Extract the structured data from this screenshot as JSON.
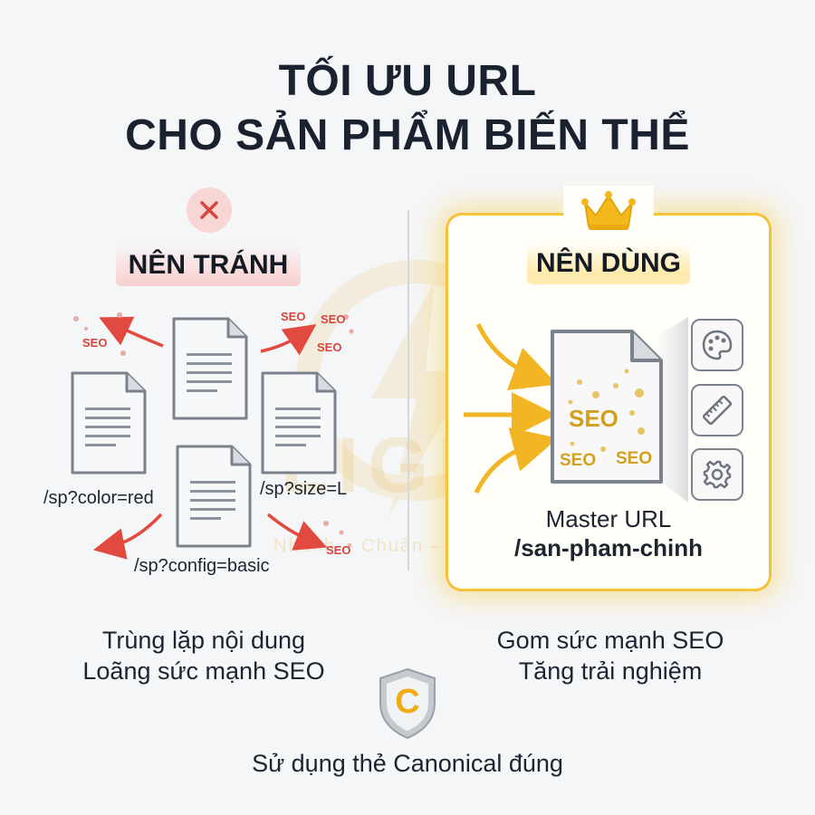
{
  "title": {
    "line1": "TỐI ƯU URL",
    "line2": "CHO SẢN PHẨM BIẾN THỂ"
  },
  "left": {
    "heading": "NÊN TRÁNH",
    "badge_icon": "close-icon",
    "urls": [
      "/sp?color=red",
      "/sp?size=L",
      "/sp?config=basic"
    ],
    "seo_tag": "SEO",
    "captions": [
      "Trùng lặp nội dung",
      "Loãng sức mạnh SEO"
    ]
  },
  "right": {
    "heading": "NÊN DÙNG",
    "crown_icon": "crown-icon",
    "seo_tag": "SEO",
    "master_label": "Master URL",
    "master_url": "/san-pham-chinh",
    "side_icons": [
      "palette-icon",
      "ruler-icon",
      "gear-icon"
    ],
    "captions": [
      "Gom sức mạnh SEO",
      "Tăng trải nghiệm"
    ]
  },
  "footer": {
    "shield_letter": "C",
    "text": "Sử dụng thẻ Canonical đúng"
  },
  "watermark": {
    "brand": "LIGHT",
    "tagline": "Nhanh – Chuẩn – Đẹp"
  },
  "colors": {
    "accent_gold": "#f3c33a",
    "warn_red": "#d5453b",
    "text_dark": "#1a2230"
  }
}
